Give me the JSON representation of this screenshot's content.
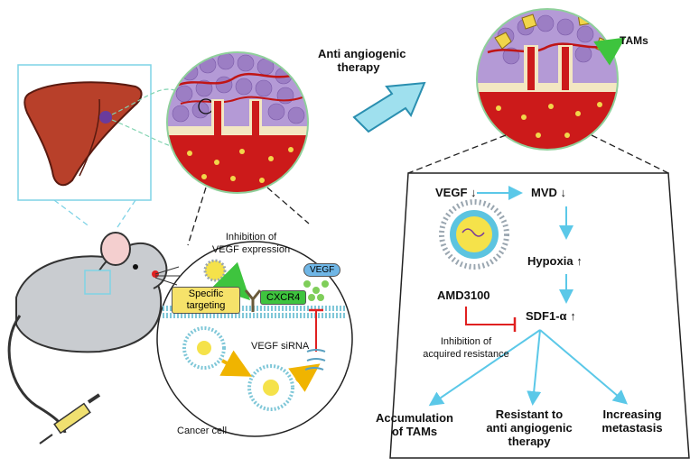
{
  "therapy": {
    "line1": "Anti angiogenic",
    "line2": "therapy"
  },
  "tams_label": "TAMs",
  "flow": {
    "vegf": "VEGF",
    "mvd": "MVD",
    "hypoxia": "Hypoxia",
    "sdf": "SDF1-α",
    "down_arrow": "↓",
    "up_arrow": "↑"
  },
  "amd": {
    "label": "AMD3100",
    "inhibition_line1": "Inhibition of",
    "inhibition_line2": "acquired resistance"
  },
  "outcomes": {
    "o1_line1": "Accumulation",
    "o1_line2": "of TAMs",
    "o2_line1": "Resistant to",
    "o2_line2": "anti angiogenic",
    "o2_line3": "therapy",
    "o3_line1": "Increasing",
    "o3_line2": "metastasis"
  },
  "cell": {
    "inhibition_line1": "Inhibition of",
    "inhibition_line2": "VEGF expression",
    "specific_line1": "Specific",
    "specific_line2": "targeting",
    "cxcr4": "CXCR4",
    "vegf_tag": "VEGF",
    "sirna": "VEGF siRNA",
    "cancer_cell": "Cancer cell"
  },
  "colors": {
    "arrow_blue": "#5bc8e8",
    "inhibit_red": "#e02020",
    "vessel_red": "#cc1a1a",
    "tissue_purple": "#b49ad6",
    "liver": "#b8402a",
    "tam_yellow": "#f1d54a",
    "cxcr4_green": "#3ec43e",
    "specific_yellow": "#f6e26a"
  }
}
